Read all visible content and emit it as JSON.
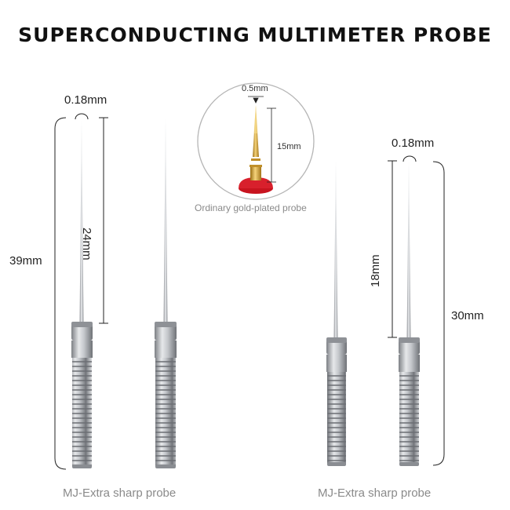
{
  "title": "SUPERCONDUCTING MULTIMETER PROBE",
  "left_set": {
    "tip_width": "0.18mm",
    "total_length": "39mm",
    "needle_length": "24mm",
    "caption": "MJ-Extra sharp probe"
  },
  "right_set": {
    "tip_width": "0.18mm",
    "total_length": "30mm",
    "needle_length": "18mm",
    "caption": "MJ-Extra sharp probe"
  },
  "inset": {
    "tip_width": "0.5mm",
    "needle_length": "15mm",
    "caption": "Ordinary gold-plated probe"
  },
  "colors": {
    "steel": "#b9bcc0",
    "dark_band": "#8e9196",
    "gold": "#d4a437",
    "red_base": "#d8202c"
  }
}
